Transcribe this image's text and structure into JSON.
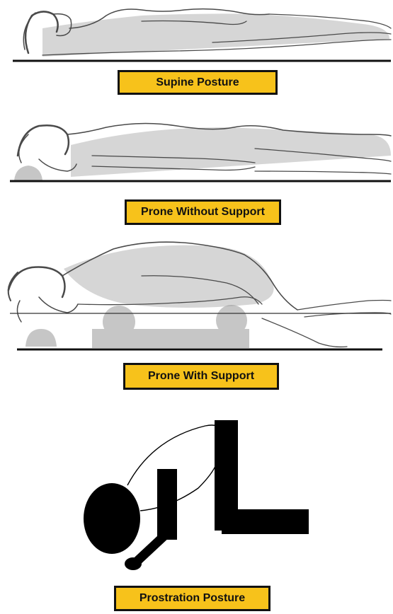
{
  "colors": {
    "label_background": "#f7c21b",
    "label_border": "#111111",
    "floor_line": "#111111",
    "sketch_stroke": "#4a4a4a",
    "support_fill": "#c6c6c6",
    "prostration_fill": "#000000"
  },
  "postures": [
    {
      "id": "supine",
      "label": "Supine Posture",
      "icon": "supine-figure-sketch"
    },
    {
      "id": "prone-without-support",
      "label": "Prone Without Support",
      "icon": "prone-figure-sketch"
    },
    {
      "id": "prone-with-support",
      "label": "Prone With Support",
      "icon": "prone-supported-figure-sketch"
    },
    {
      "id": "prostration",
      "label": "Prostration Posture",
      "icon": "prostration-stick-figure"
    }
  ]
}
